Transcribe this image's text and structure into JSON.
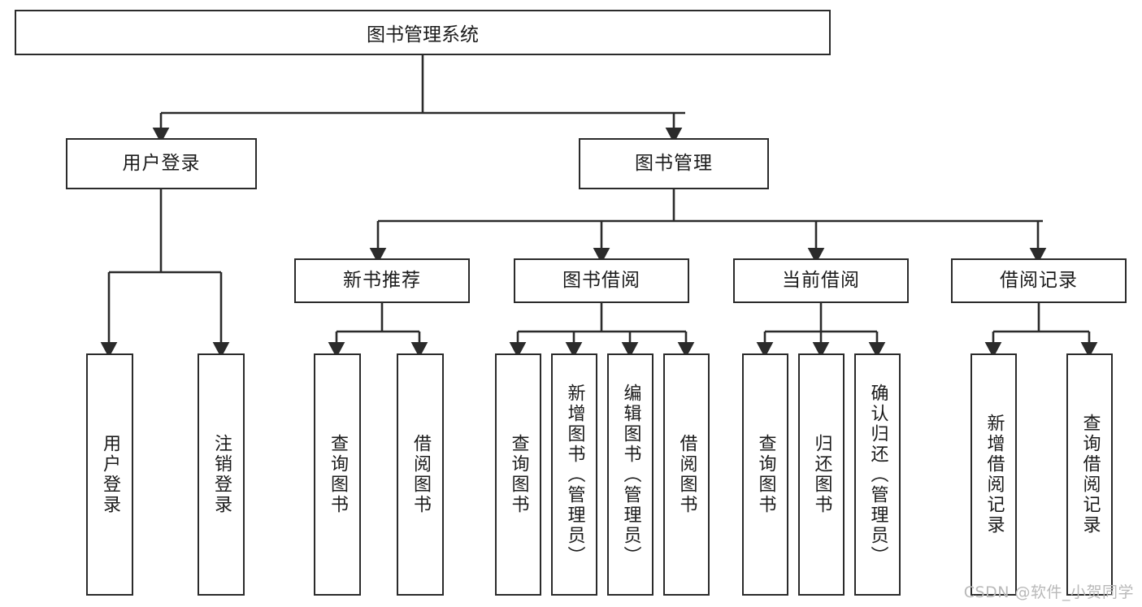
{
  "diagram": {
    "title": "图书管理系统",
    "type": "hierarchy-tree",
    "watermark": "CSDN @软件_小贺同学",
    "colors": {
      "box_border": "#2b2b2b",
      "box_fill": "#ffffff",
      "edge": "#2b2b2b",
      "text": "#1b1b1b",
      "watermark": "#b9b9b9"
    },
    "root": {
      "label": "图书管理系统"
    },
    "level1": [
      {
        "label": "用户登录"
      },
      {
        "label": "图书管理"
      }
    ],
    "level2": [
      {
        "label": "新书推荐"
      },
      {
        "label": "图书借阅"
      },
      {
        "label": "当前借阅"
      },
      {
        "label": "借阅记录"
      }
    ],
    "leaves": {
      "user_login": [
        {
          "label": "用户登录"
        },
        {
          "label": "注销登录"
        }
      ],
      "new_book_recommend": [
        {
          "label": "查询图书"
        },
        {
          "label": "借阅图书"
        }
      ],
      "book_borrow": [
        {
          "label": "查询图书"
        },
        {
          "label": "新增图书（管理员）"
        },
        {
          "label": "编辑图书（管理员）"
        },
        {
          "label": "借阅图书"
        }
      ],
      "current_borrow": [
        {
          "label": "查询图书"
        },
        {
          "label": "归还图书"
        },
        {
          "label": "确认归还（管理员）"
        }
      ],
      "borrow_record": [
        {
          "label": "新增借阅记录"
        },
        {
          "label": "查询借阅记录"
        }
      ]
    }
  }
}
